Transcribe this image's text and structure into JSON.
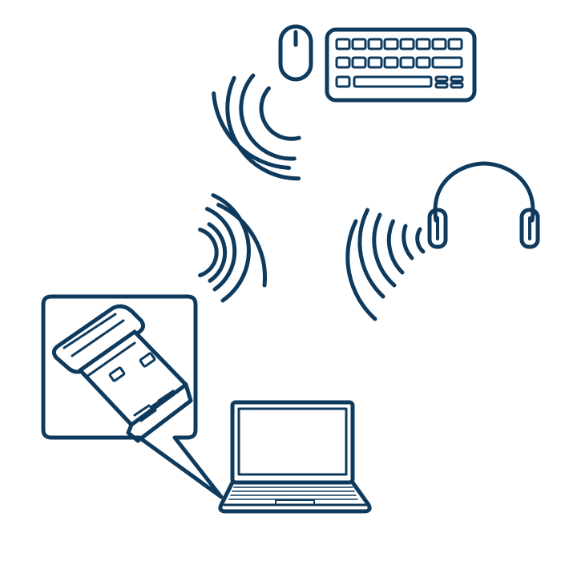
{
  "diagram": {
    "stroke_color": "#0e3a5e",
    "background_color": "#ffffff",
    "elements": [
      {
        "name": "mouse",
        "icon": "mouse-icon"
      },
      {
        "name": "keyboard",
        "icon": "keyboard-icon"
      },
      {
        "name": "headphones",
        "icon": "headphones-icon"
      },
      {
        "name": "usb-receiver",
        "icon": "usb-dongle-icon"
      },
      {
        "name": "laptop",
        "icon": "laptop-icon"
      }
    ],
    "signal_waves": [
      {
        "name": "keyboard-mouse-signal",
        "icon": "wireless-waves-icon",
        "arcs": 4
      },
      {
        "name": "laptop-signal",
        "icon": "wireless-waves-icon",
        "arcs": 5
      },
      {
        "name": "headphones-signal",
        "icon": "wireless-waves-icon",
        "arcs": 5
      }
    ]
  }
}
